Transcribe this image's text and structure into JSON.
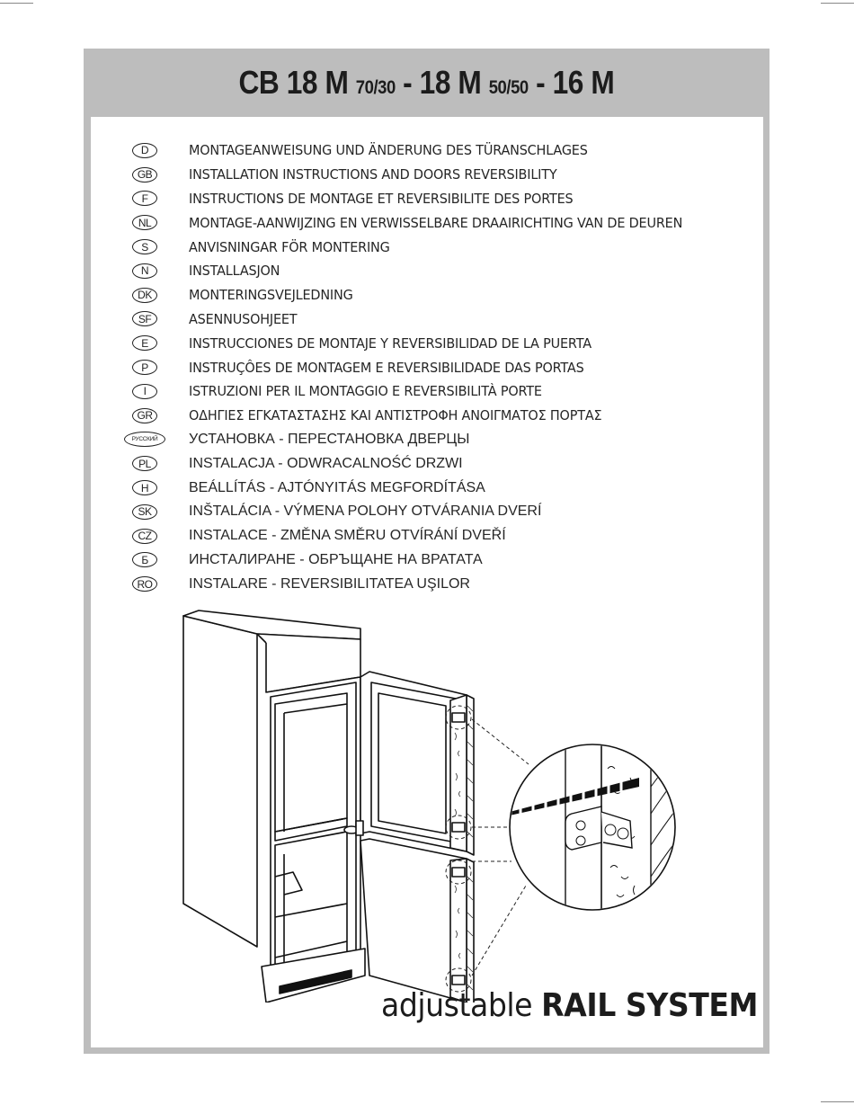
{
  "header": {
    "title_parts": {
      "model1": "CB 18 M",
      "model1_variant": "70/30",
      "sep1": " - ",
      "model2": "18 M",
      "model2_variant": "50/50",
      "sep2": " - ",
      "model3": "16 M"
    }
  },
  "languages": [
    {
      "code": "D",
      "text": "MONTAGEANWEISUNG UND ÄNDERUNG DES TÜRANSCHLAGES"
    },
    {
      "code": "GB",
      "text": "INSTALLATION INSTRUCTIONS AND DOORS REVERSIBILITY"
    },
    {
      "code": "F",
      "text": "INSTRUCTIONS DE MONTAGE ET REVERSIBILITE DES PORTES"
    },
    {
      "code": "NL",
      "text": "MONTAGE-AANWIJZING EN VERWISSELBARE DRAAIRICHTING VAN DE DEUREN"
    },
    {
      "code": "S",
      "text": "ANVISNINGAR FÖR MONTERING"
    },
    {
      "code": "N",
      "text": "INSTALLASJON"
    },
    {
      "code": "DK",
      "text": "MONTERINGSVEJLEDNING"
    },
    {
      "code": "SF",
      "text": "ASENNUSOHJEET"
    },
    {
      "code": "E",
      "text": "INSTRUCCIONES DE MONTAJE Y REVERSIBILIDAD DE LA PUERTA"
    },
    {
      "code": "P",
      "text": "INSTRUÇÔES DE MONTAGEM E REVERSIBILIDADE DAS PORTAS"
    },
    {
      "code": "I",
      "text": "ISTRUZIONI PER IL MONTAGGIO E REVERSIBILITÀ PORTE"
    },
    {
      "code": "GR",
      "text": "ΟΔΗΓΙΕΣ ΕΓΚΑΤΑΣΤΑΣΗΣ ΚΑΙ ΑΝΤΙΣΤΡΟΦΗ ΑΝΟΙΓΜΑΤΟΣ ΠΟΡΤΑΣ"
    },
    {
      "code": "РУССКИЙ",
      "text": "УСТАНОВКА - ПЕРЕСТАНОВКА ДВЕРЦЫ"
    },
    {
      "code": "PL",
      "text": "INSTALACJA - ODWRACALNOŚĆ DRZWI"
    },
    {
      "code": "H",
      "text": "BEÁLLÍTÁS - AJTÓNYITÁS MEGFORDÍTÁSA"
    },
    {
      "code": "SK",
      "text": "INŠTALÁCIA - VÝMENA POLOHY OTVÁRANIA DVERÍ"
    },
    {
      "code": "CZ",
      "text": "INSTALACE - ZMĚNA SMĚRU OTVÍRÁNÍ DVEŘÍ"
    },
    {
      "code": "Б",
      "text": "ИНСТАЛИРАНЕ - ОБРЪЩАНЕ НА ВРАТАТА"
    },
    {
      "code": "RO",
      "text": "INSTALARE - REVERSIBILITATEA UŞILOR"
    }
  ],
  "illustration": {
    "subject": "built-in fridge-freezer with open doors and magnified hinge rail detail"
  },
  "caption": {
    "light": "adjustable",
    "bold": "RAIL SYSTEM"
  },
  "colors": {
    "frame_gray": "#bdbdbd",
    "text": "#1c1c1c"
  }
}
